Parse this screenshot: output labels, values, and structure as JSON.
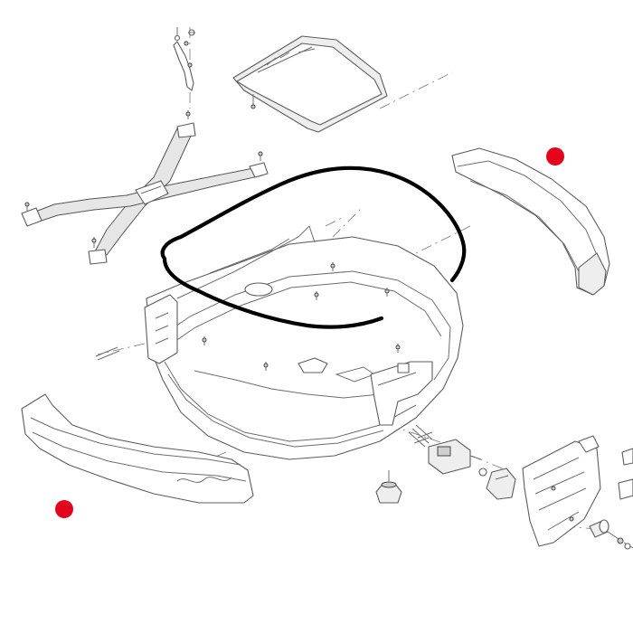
{
  "diagram": {
    "parts": [
      {
        "name": "hinge-bracket"
      },
      {
        "name": "lid-inner-panel"
      },
      {
        "name": "lid-strap-assembly"
      },
      {
        "name": "lid-gasket-seal",
        "highlight": "black"
      },
      {
        "name": "case-shell"
      },
      {
        "name": "right-reflector-panel",
        "marked": true
      },
      {
        "name": "left-reflector-panel",
        "marked": true
      },
      {
        "name": "latch-spring"
      },
      {
        "name": "latch-slider"
      },
      {
        "name": "latch-button"
      },
      {
        "name": "lock-plate"
      },
      {
        "name": "rubber-foot"
      },
      {
        "name": "lock-cylinder"
      },
      {
        "name": "screw"
      }
    ],
    "colors": {
      "marker": "#e3051b",
      "seal": "#000000",
      "line": "#5c5c5c"
    }
  }
}
